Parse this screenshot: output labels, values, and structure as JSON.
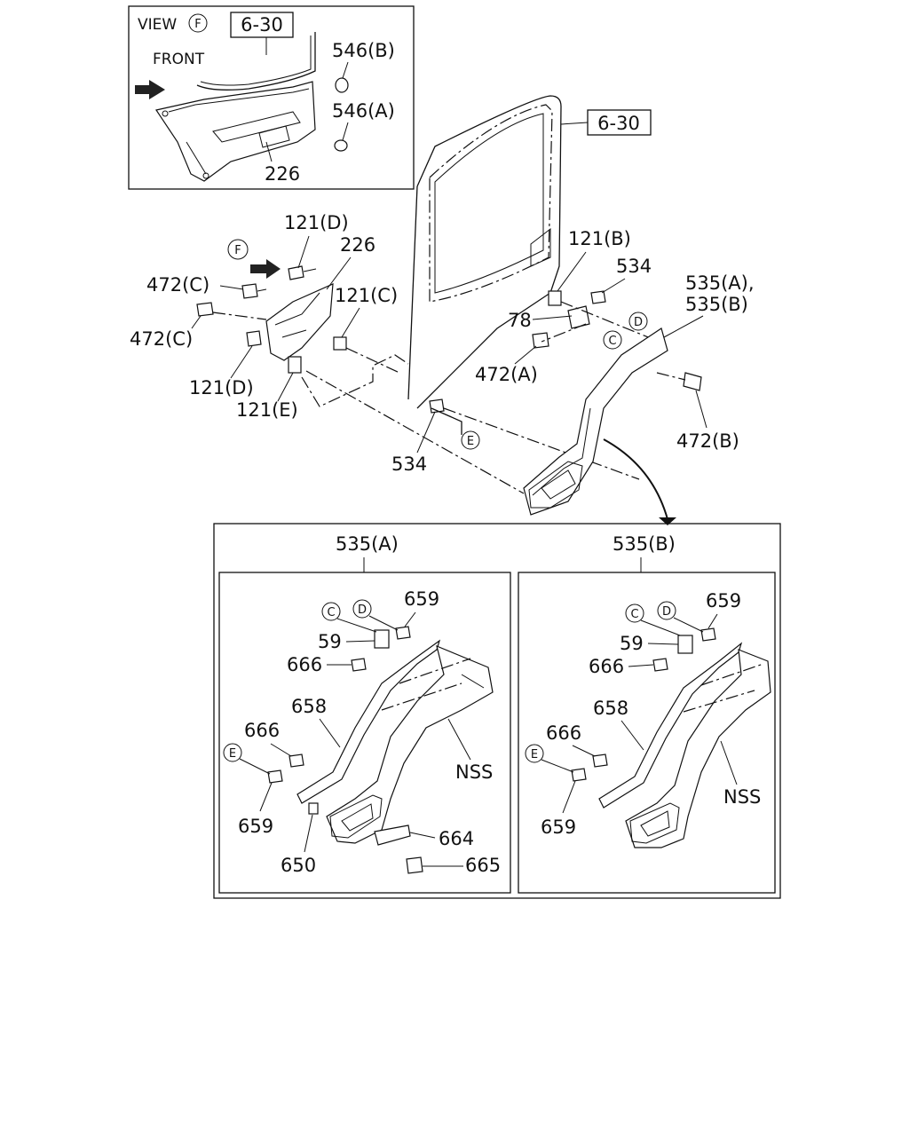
{
  "inset_view": {
    "view_label": "VIEW",
    "view_ref": "F",
    "ref_box": "6-30",
    "front_label": "FRONT",
    "parts": {
      "p546b": "546(B)",
      "p546a": "546(A)",
      "p226": "226"
    }
  },
  "main": {
    "ref_box": "6-30",
    "view_marker": "F",
    "labels": {
      "p121d_top": "121(D)",
      "p226": "226",
      "p472c_a": "472(C)",
      "p472c_b": "472(C)",
      "p121c": "121(C)",
      "p121d_bottom": "121(D)",
      "p121e": "121(E)",
      "p121b": "121(B)",
      "p534_top": "534",
      "p78": "78",
      "p472a": "472(A)",
      "p534_bottom": "534",
      "p535": "535(A),",
      "p535b": "535(B)",
      "p472b": "472(B)"
    },
    "circles": {
      "c": "C",
      "d": "D",
      "e": "E"
    }
  },
  "detail_a": {
    "title": "535(A)",
    "labels": {
      "p659_top": "659",
      "p59": "59",
      "p666_top": "666",
      "p658": "658",
      "p666_mid": "666",
      "p659_bottom": "659",
      "p650": "650",
      "p664": "664",
      "p665": "665",
      "nss": "NSS"
    },
    "circles": {
      "c": "C",
      "d": "D",
      "e": "E"
    }
  },
  "detail_b": {
    "title": "535(B)",
    "labels": {
      "p659_top": "659",
      "p59": "59",
      "p666_top": "666",
      "p658": "658",
      "p666_mid": "666",
      "p659_bottom": "659",
      "nss": "NSS"
    },
    "circles": {
      "c": "C",
      "d": "D",
      "e": "E"
    }
  }
}
